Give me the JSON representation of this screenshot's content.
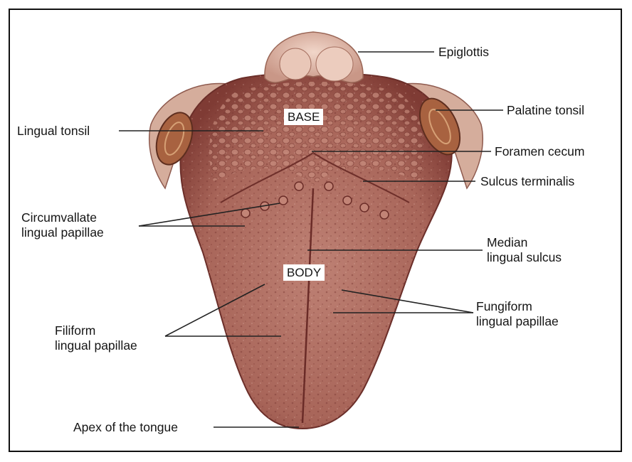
{
  "diagram": {
    "regions": {
      "base": "BASE",
      "body": "BODY"
    },
    "labels": {
      "epiglottis": "Epiglottis",
      "palatine_tonsil": "Palatine tonsil",
      "lingual_tonsil": "Lingual tonsil",
      "foramen_cecum": "Foramen cecum",
      "sulcus_terminalis": "Sulcus terminalis",
      "circumvallate_1": "Circumvallate",
      "circumvallate_2": "lingual papillae",
      "median_1": "Median",
      "median_2": "lingual sulcus",
      "fungiform_1": "Fungiform",
      "fungiform_2": "lingual papillae",
      "filiform_1": "Filiform",
      "filiform_2": "lingual papillae",
      "apex": "Apex of the tongue"
    },
    "colors": {
      "tongue": "#b06e62",
      "tongue_dark": "#7d3a34",
      "epiglottis": "#e7c3b4",
      "tonsil": "#a8623e",
      "mucosa": "#ddb9a8"
    }
  }
}
